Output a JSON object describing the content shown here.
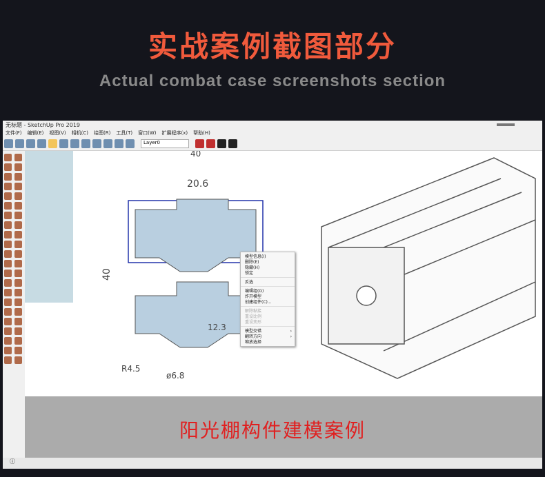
{
  "header": {
    "title_cn": "实战案例截图部分",
    "title_en": "Actual combat case screenshots section"
  },
  "window": {
    "title": "无标题 - SketchUp Pro 2019",
    "menu": [
      "文件(F)",
      "编辑(E)",
      "视图(V)",
      "相机(C)",
      "绘图(R)",
      "工具(T)",
      "窗口(W)",
      "扩展程序(x)",
      "帮助(H)"
    ],
    "layer": "Layer0",
    "dimensions": [
      "40",
      "20.6",
      "40",
      "12.3",
      "R4.5",
      "ø6.8"
    ]
  },
  "context_menu": [
    {
      "label": "模型信息(I)",
      "enabled": true
    },
    {
      "label": "删除(E)",
      "enabled": true
    },
    {
      "label": "隐藏(H)",
      "enabled": true
    },
    {
      "label": "锁定",
      "enabled": true
    },
    {
      "label": "反选",
      "enabled": true
    },
    {
      "label": "编辑组(G)",
      "enabled": true
    },
    {
      "label": "炸开模型",
      "enabled": true
    },
    {
      "label": "创建组件(C)...",
      "enabled": true
    },
    {
      "label": "解除黏接",
      "enabled": false
    },
    {
      "label": "重设比例",
      "enabled": false
    },
    {
      "label": "重设变形",
      "enabled": false
    },
    {
      "label": "模型交错",
      "enabled": true,
      "submenu": true
    },
    {
      "label": "翻转方向",
      "enabled": true,
      "submenu": true
    },
    {
      "label": "缩放选择",
      "enabled": true
    }
  ],
  "caption": "阳光棚构件建模案例"
}
